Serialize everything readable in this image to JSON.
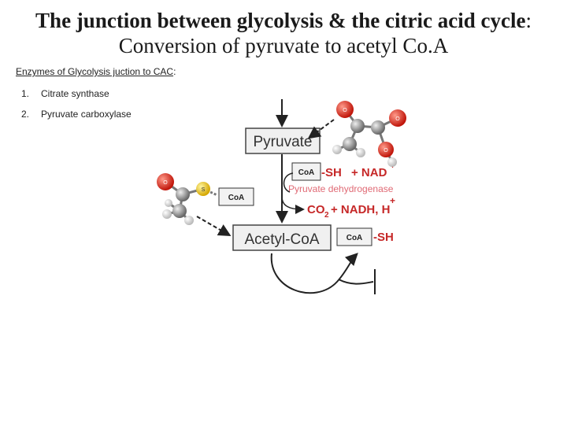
{
  "slide": {
    "title_line1_bold": "The junction between glycolysis & the citric acid cycle",
    "title_line1_rest": ":",
    "title_line2": "Conversion of pyruvate to acetyl Co.A",
    "subheading": "Enzymes of Glycolysis juction to CAC",
    "subheading_suffix": ":",
    "list": [
      {
        "num": "1.",
        "text": "Citrate synthase"
      },
      {
        "num": "2.",
        "text": "Pyruvate carboxylase"
      }
    ]
  },
  "diagram": {
    "pyruvate": "Pyruvate",
    "acetyl_coa": "Acetyl-CoA",
    "coa": "CoA",
    "sh": "-SH",
    "plus_nad": "+ NAD",
    "nad_plus_sign": "+",
    "enzyme": "Pyruvate dehydrogenase",
    "co2": "CO",
    "co2_sub": "2",
    "nadh_h": "+ NADH, H",
    "h_plus_sign": "+",
    "atom_o": "O",
    "atom_s": "S"
  }
}
